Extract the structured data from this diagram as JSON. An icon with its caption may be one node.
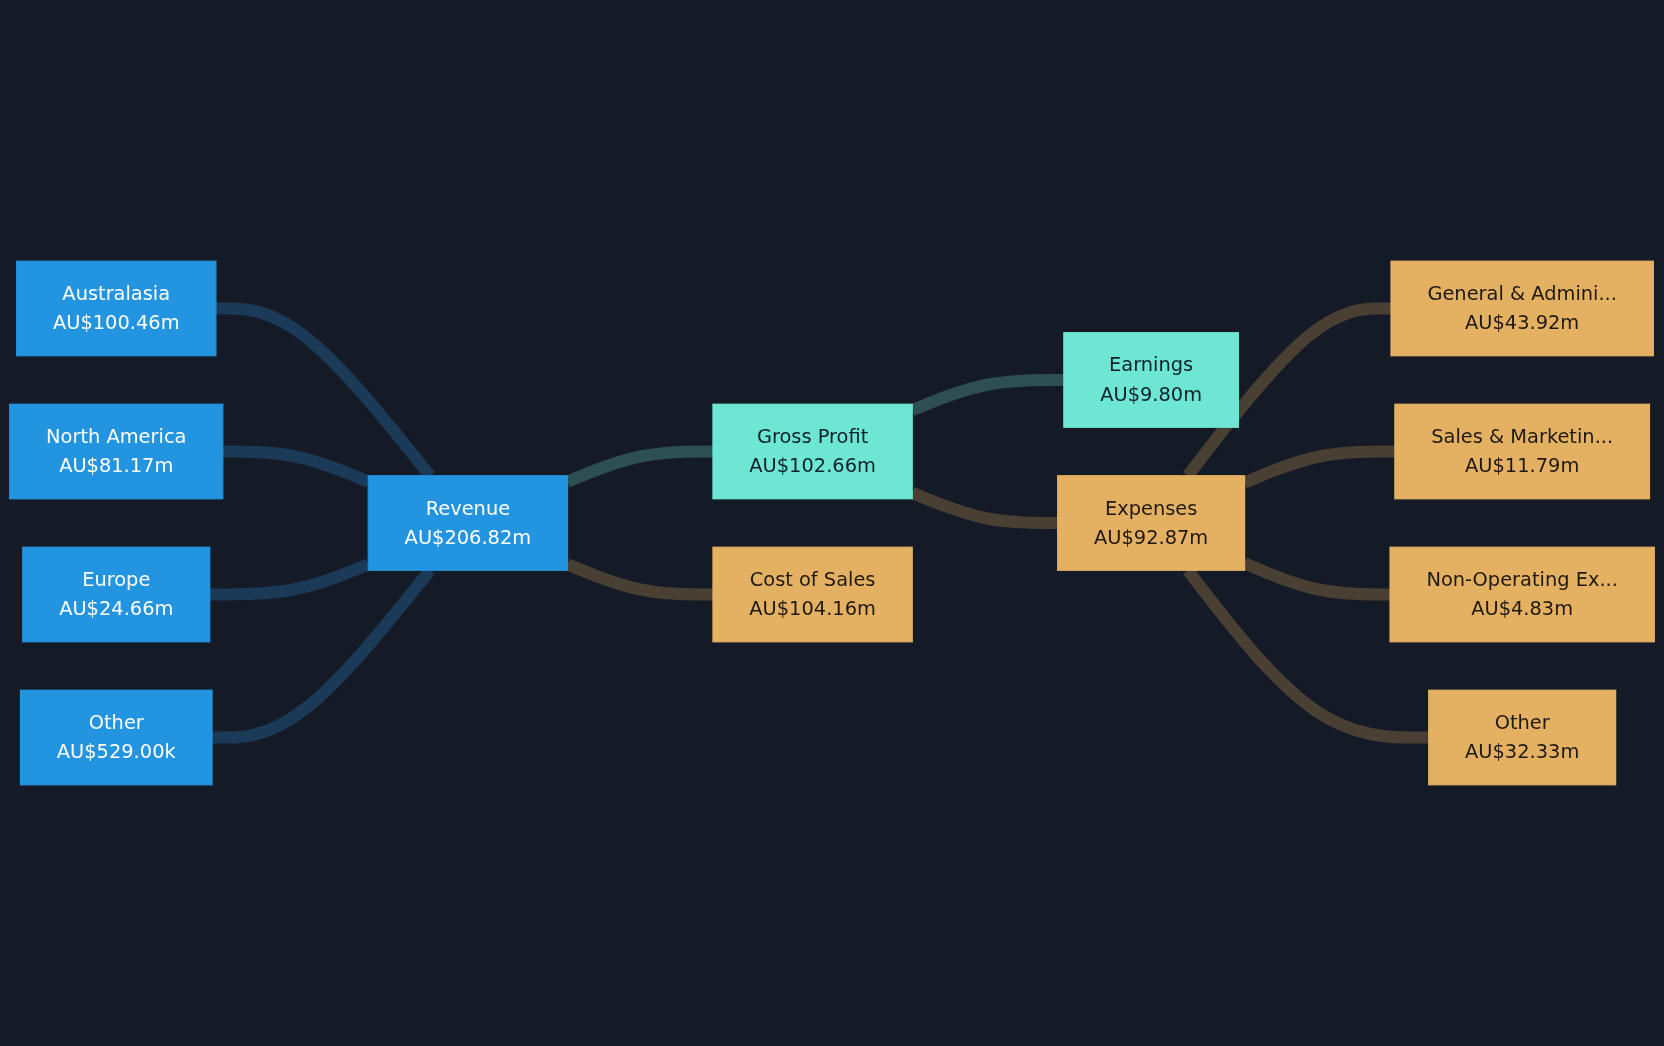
{
  "diagram": {
    "nodes": [
      {
        "text": [
          "Australasia",
          "AU$100.46m"
        ]
      },
      {
        "text": [
          "North America",
          "AU$81.17m"
        ]
      },
      {
        "text": [
          "Europe",
          "AU$24.66m"
        ]
      },
      {
        "text": [
          "Other",
          "AU$529.00k"
        ]
      },
      {
        "text": [
          "Revenue",
          "AU$206.82m"
        ]
      },
      {
        "text": [
          "Gross Profit",
          "AU$102.66m"
        ]
      },
      {
        "text": [
          "Cost of Sales",
          "AU$104.16m"
        ]
      },
      {
        "text": [
          "Earnings",
          "AU$9.80m"
        ]
      },
      {
        "text": [
          "Expenses",
          "AU$92.87m"
        ]
      },
      {
        "text": [
          "General & Admini...",
          "AU$43.92m"
        ]
      },
      {
        "text": [
          "Sales & Marketin...",
          "AU$11.79m"
        ]
      },
      {
        "text": [
          "Non-Operating Ex...",
          "AU$4.83m"
        ]
      },
      {
        "text": [
          "Other",
          "AU$32.33m"
        ]
      }
    ],
    "edges": [
      {
        "from": 0,
        "to": 4,
        "arrow": "none",
        "color": "#1b3a57"
      },
      {
        "from": 1,
        "to": 4,
        "arrow": "none",
        "color": "#1b3a57"
      },
      {
        "from": 2,
        "to": 4,
        "arrow": "none",
        "color": "#1b3a57"
      },
      {
        "from": 3,
        "to": 4,
        "arrow": "none",
        "color": "#1b3a57"
      },
      {
        "from": 4,
        "to": 5,
        "arrow": "none",
        "color": "#2d4e52"
      },
      {
        "from": 4,
        "to": 6,
        "arrow": "none"
      },
      {
        "from": 5,
        "to": 7,
        "arrow": "none",
        "color": "#2d4e52"
      },
      {
        "from": 5,
        "to": 8,
        "arrow": "none"
      },
      {
        "from": 8,
        "to": 9,
        "arrow": "none"
      },
      {
        "from": 8,
        "to": 10,
        "arrow": "none"
      },
      {
        "from": 8,
        "to": 11,
        "arrow": "none"
      },
      {
        "from": 8,
        "to": 12,
        "arrow": "none"
      }
    ]
  }
}
